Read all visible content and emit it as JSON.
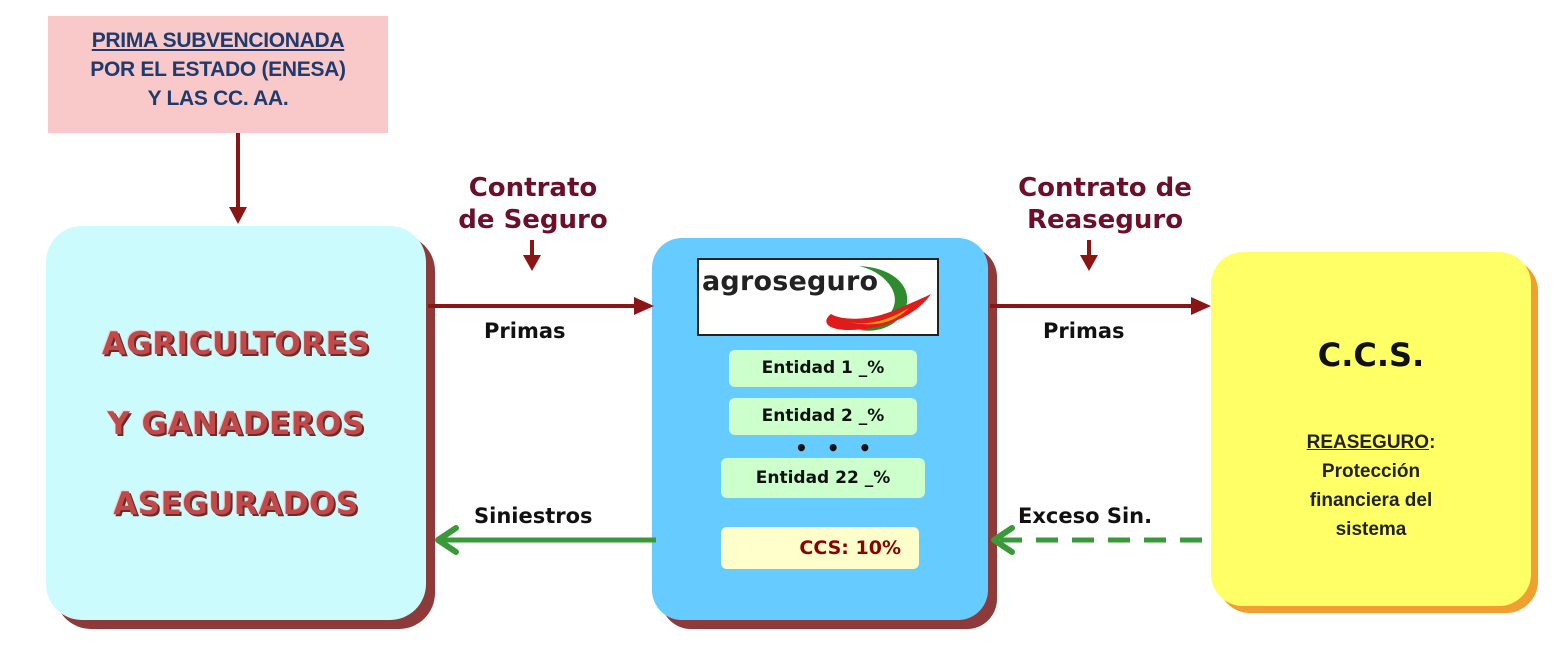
{
  "subsidy": {
    "line1": "PRIMA SUBVENCIONADA",
    "line2": "POR EL ESTADO (ENESA)",
    "line3": "Y LAS  CC. AA."
  },
  "farmers": {
    "line1": "AGRICULTORES",
    "line2": "Y GANADEROS",
    "line3": "ASEGURADOS"
  },
  "contract_insurance": {
    "line1": "Contrato",
    "line2": "de Seguro"
  },
  "contract_reinsurance": {
    "line1": "Contrato de",
    "line2": "Reaseguro"
  },
  "flows": {
    "premiums_left": "Primas",
    "premiums_right": "Primas",
    "claims": "Siniestros",
    "excess": "Exceso Sin."
  },
  "agro": {
    "logo_text": "agroseguro",
    "entities": [
      "Entidad 1 _%",
      "Entidad 2 _%",
      "Entidad 22 _%"
    ],
    "dots": "• • •",
    "ccs_share": "CCS: 10%"
  },
  "ccs": {
    "title": "C.C.S.",
    "reinsurance_label": "REASEGURO",
    "reinsurance_colon": ":",
    "desc_line1": "Protección",
    "desc_line2": "financiera del",
    "desc_line3": "sistema"
  },
  "colors": {
    "arrow_red": "#8b1414",
    "arrow_green": "#3a9a3a",
    "farmers_bg": "#ccfbfd",
    "agro_bg": "#66ccff",
    "ccs_bg": "#ffff66",
    "subsidy_bg": "#f9c8c8"
  }
}
